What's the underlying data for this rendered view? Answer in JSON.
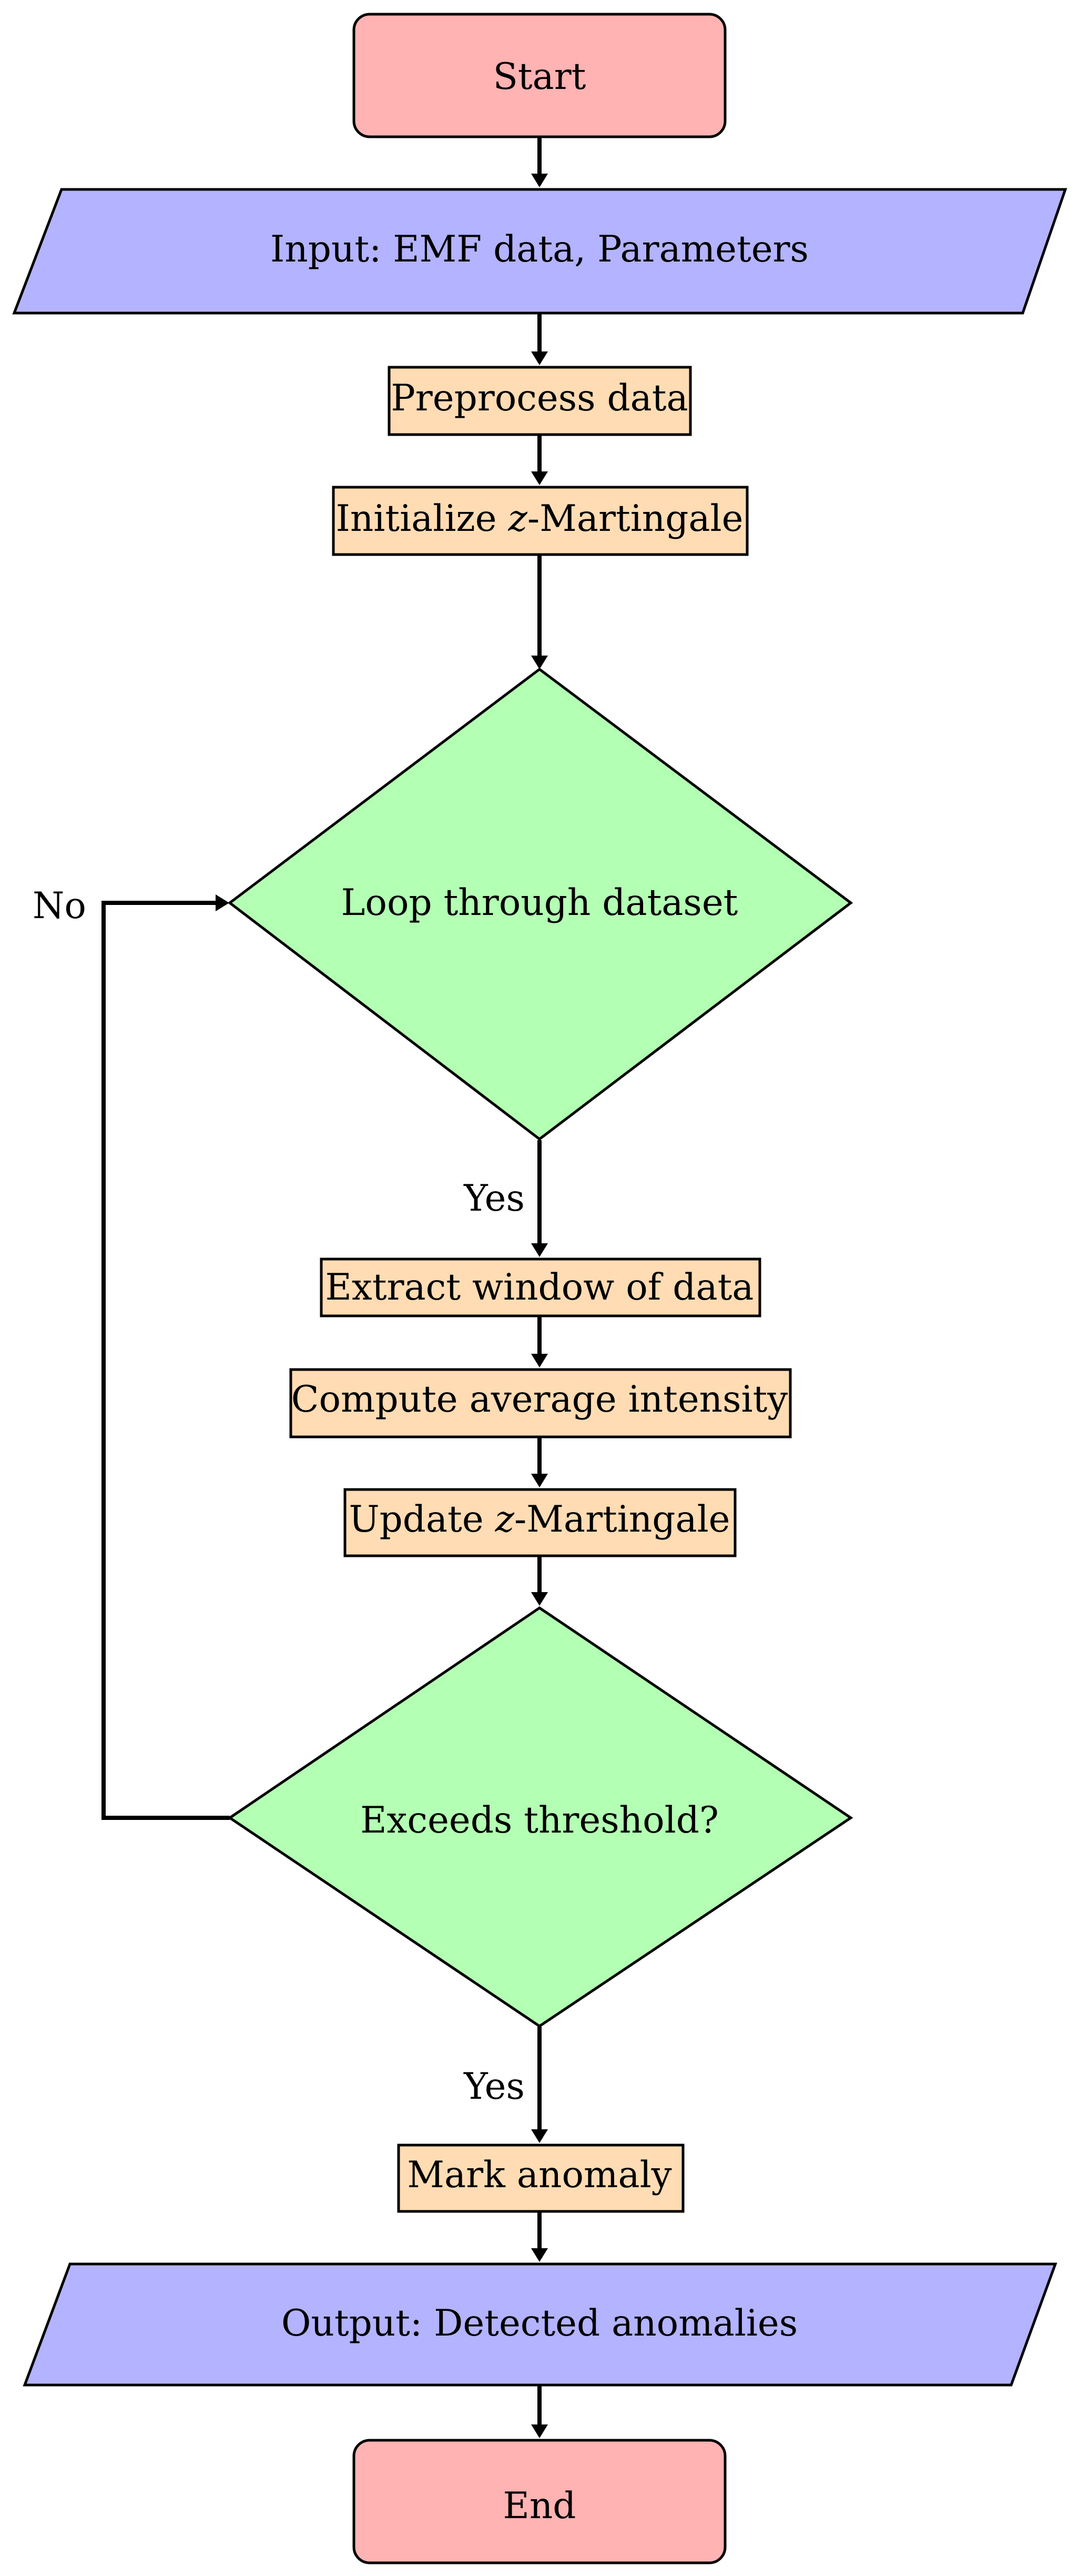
{
  "colors": {
    "terminal_fill": "#ffb3b3",
    "io_fill": "#b3b3ff",
    "process_fill": "#ffdcb3",
    "decision_fill": "#b3ffb3",
    "stroke": "#000000"
  },
  "nodes": {
    "start": {
      "label": "Start",
      "shape": "rounded-rectangle"
    },
    "input": {
      "label": "Input: EMF data, Parameters",
      "shape": "parallelogram"
    },
    "preprocess": {
      "label": "Preprocess data",
      "shape": "rectangle"
    },
    "initialize": {
      "label_pre": "Initialize ",
      "label_var": "z",
      "label_post": "-Martingale",
      "shape": "rectangle"
    },
    "loop": {
      "label": "Loop through dataset",
      "shape": "diamond"
    },
    "extract": {
      "label": "Extract window of data",
      "shape": "rectangle"
    },
    "compute": {
      "label": "Compute average intensity",
      "shape": "rectangle"
    },
    "update": {
      "label_pre": "Update ",
      "label_var": "z",
      "label_post": "-Martingale",
      "shape": "rectangle"
    },
    "threshold": {
      "label": "Exceeds threshold?",
      "shape": "diamond"
    },
    "mark": {
      "label": "Mark anomaly",
      "shape": "rectangle"
    },
    "output": {
      "label": "Output: Detected anomalies",
      "shape": "parallelogram"
    },
    "end": {
      "label": "End",
      "shape": "rounded-rectangle"
    }
  },
  "edge_labels": {
    "loop_yes": "Yes",
    "threshold_yes": "Yes",
    "threshold_no": "No"
  }
}
